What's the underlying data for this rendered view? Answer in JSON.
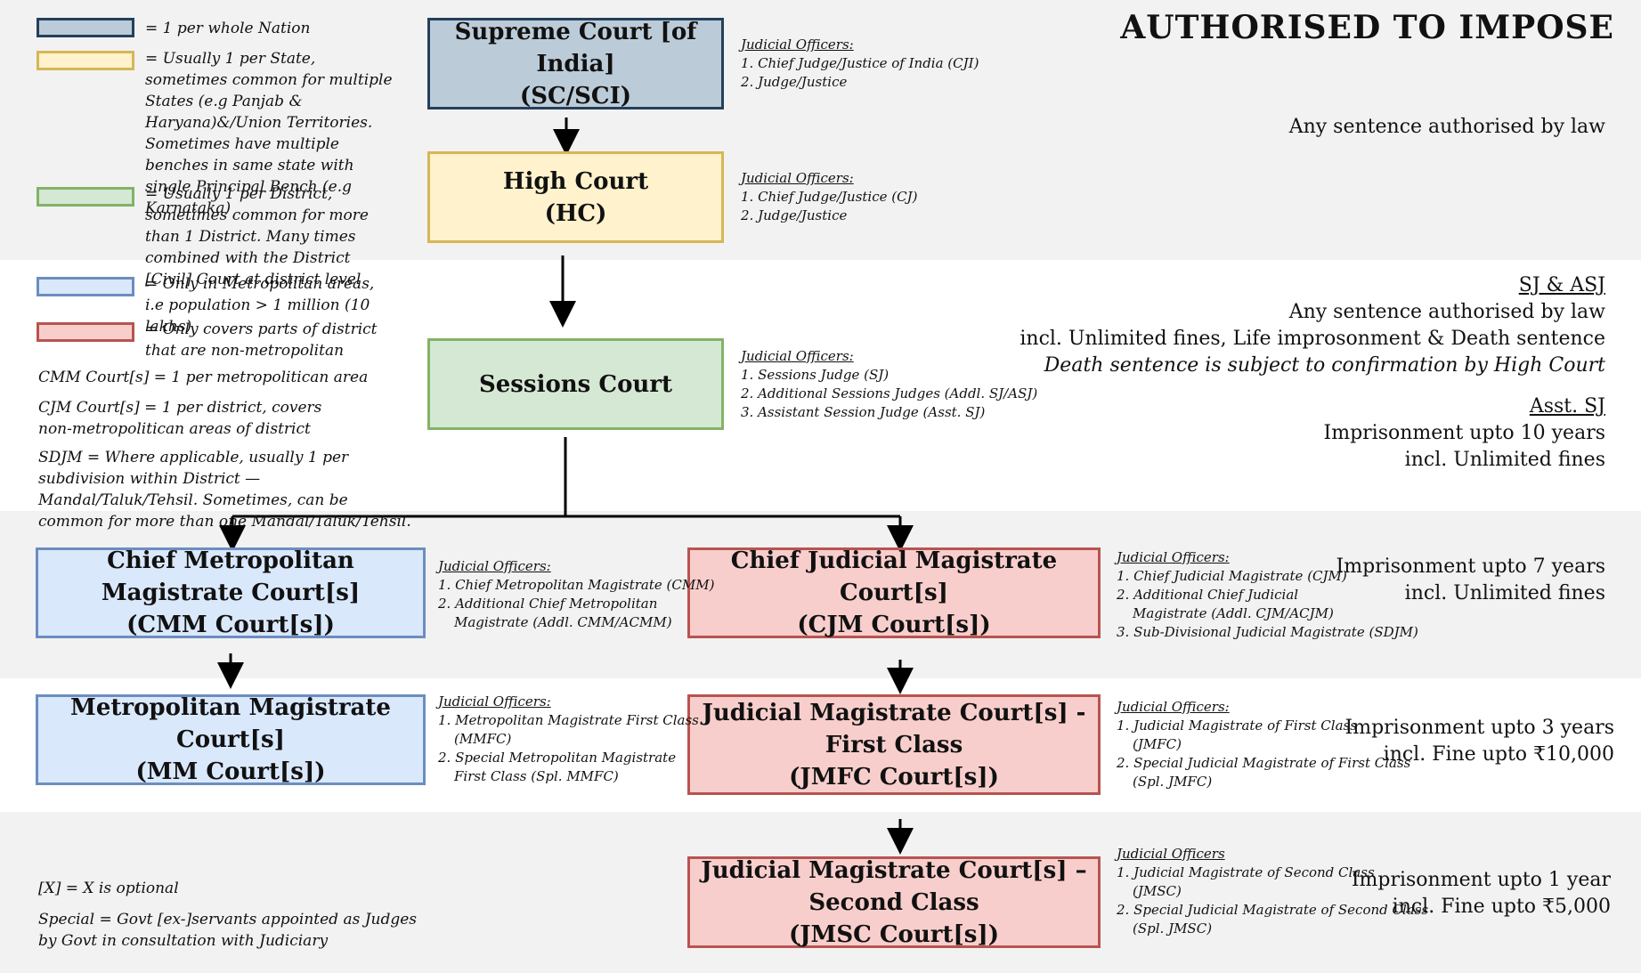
{
  "header": {
    "title": "AUTHORISED TO IMPOSE"
  },
  "legend": [
    {
      "text": "= 1 per whole Nation",
      "color": "#bccbd8",
      "border": "#24405c"
    },
    {
      "text": "= Usually 1 per State, sometimes common for multiple States (e.g Panjab & Haryana)&/Union Territories. Sometimes have multiple benches in same state with single Principal Bench (e.g Karnataka)",
      "color": "#fff2cc",
      "border": "#d6b656"
    },
    {
      "text": "= Usually 1 per District, sometimes common for more than 1 District. Many times combined with the District [Civil] Court at district level",
      "color": "#d5e8d4",
      "border": "#82b366"
    },
    {
      "text": "= Only in Metropolitan areas, i.e population > 1 million (10 lakhs)",
      "color": "#dae8fc",
      "border": "#6c8ebf"
    },
    {
      "text": "= Only covers parts of district that are non-metropolitan",
      "color": "#f8cecc",
      "border": "#b85450"
    }
  ],
  "notes": {
    "cmm": "CMM Court[s] = 1 per metropolitican area",
    "cjm": "CJM Court[s] = 1 per district, covers non-metropolitican areas of district",
    "sdjm": "SDJM = Where applicable, usually 1 per subdivision within District — Mandal/Taluk/Tehsil. Sometimes, can be common for more than one Mandal/Taluk/Tehsil.",
    "optional": "[X] = X is optional",
    "special": "Special = Govt [ex-]servants appointed as Judges by Govt in consultation with Judiciary"
  },
  "courts": {
    "sc": {
      "line1": "Supreme Court [of India]",
      "line2": "(SC/SCI)"
    },
    "hc": {
      "line1": "High Court",
      "line2": "(HC)"
    },
    "sessions": {
      "line1": "Sessions Court"
    },
    "cmm": {
      "line1": "Chief Metropolitan Magistrate Court[s]",
      "line2": "(CMM Court[s])"
    },
    "cjm": {
      "line1": "Chief Judicial Magistrate Court[s]",
      "line2": "(CJM Court[s])"
    },
    "mm": {
      "line1": "Metropolitan Magistrate Court[s]",
      "line2": "(MM Court[s])"
    },
    "jmfc": {
      "line1": "Judicial Magistrate Court[s] - First Class",
      "line2": "(JMFC Court[s])"
    },
    "jmsc": {
      "line1": "Judicial Magistrate Court[s] – Second Class",
      "line2": "(JMSC Court[s])"
    }
  },
  "officers": {
    "sc": {
      "heading": "Judicial Officers:",
      "items": [
        "1. Chief Judge/Justice of India (CJI)",
        "2. Judge/Justice"
      ]
    },
    "hc": {
      "heading": "Judicial Officers:",
      "items": [
        "1. Chief Judge/Justice (CJ)",
        "2. Judge/Justice"
      ]
    },
    "sessions": {
      "heading": "Judicial Officers:",
      "items": [
        "1. Sessions Judge (SJ)",
        "2. Additional Sessions Judges (Addl. SJ/ASJ)",
        "3. Assistant Session Judge (Asst. SJ)"
      ]
    },
    "cmm": {
      "heading": "Judicial Officers:",
      "items": [
        "1. Chief Metropolitan Magistrate (CMM)",
        "2. Additional Chief Metropolitan",
        "Magistrate (Addl. CMM/ACMM)"
      ]
    },
    "cjm": {
      "heading": "Judicial Officers:",
      "items": [
        "1. Chief Judicial Magistrate (CJM)",
        "2. Additional Chief Judicial",
        "Magistrate (Addl. CJM/ACJM)",
        "3. Sub-Divisional Judicial Magistrate  (SDJM)"
      ]
    },
    "mm": {
      "heading": "Judicial Officers:",
      "items": [
        "1. Metropolitan Magistrate First Class",
        "(MMFC)",
        "2. Special Metropolitan Magistrate",
        "First Class (Spl. MMFC)"
      ]
    },
    "jmfc": {
      "heading": "Judicial Officers:",
      "items": [
        "1. Judicial Magistrate of First Class",
        "(JMFC)",
        "2. Special Judicial Magistrate of First Class",
        "(Spl. JMFC)"
      ]
    },
    "jmsc": {
      "heading": "Judicial Officers",
      "items": [
        "1. Judicial Magistrate of Second Class",
        "(JMSC)",
        "2. Special Judicial Magistrate of Second Class",
        "(Spl. JMSC)"
      ]
    }
  },
  "sentences": {
    "sc_hc": "Any sentence authorised by law",
    "sj_heading": "SJ & ASJ",
    "sj_1": "Any sentence authorised by law",
    "sj_2": "incl. Unlimited fines, Life improsonment & Death sentence",
    "sj_3": "Death sentence is subject to confirmation by High Court",
    "asst_heading": "Asst. SJ",
    "asst_1": "Imprisonment upto 10 years",
    "asst_2": "incl. Unlimited fines",
    "cjm_1": "Imprisonment upto 7 years",
    "cjm_2": "incl. Unlimited fines",
    "jmfc_1": "Imprisonment upto 3 years",
    "jmfc_2": "incl. Fine upto ₹10,000",
    "jmsc_1": "Imprisonment upto 1 year",
    "jmsc_2": "incl. Fine upto ₹5,000"
  }
}
